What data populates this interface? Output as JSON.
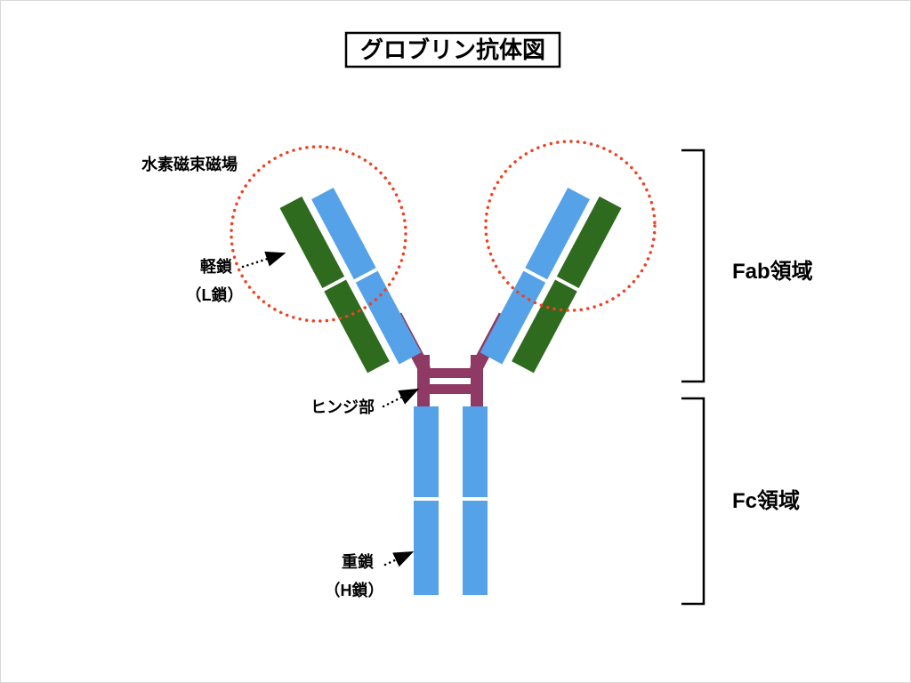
{
  "title": "グロブリン抗体図",
  "labels": {
    "hydrogen_field": "水素磁束磁場",
    "light_chain_line1": "軽鎖",
    "light_chain_line2": "（L鎖）",
    "hinge": "ヒンジ部",
    "heavy_chain_line1": "重鎖",
    "heavy_chain_line2": "（H鎖）",
    "fab_region": "Fab領域",
    "fc_region": "Fc領域"
  },
  "colors": {
    "heavy_chain_blue": "#55a2e8",
    "light_chain_green": "#2e6b1e",
    "hinge_purple": "#8e3a64",
    "annotation_red": "#ee4123",
    "bracket_black": "#000000"
  }
}
